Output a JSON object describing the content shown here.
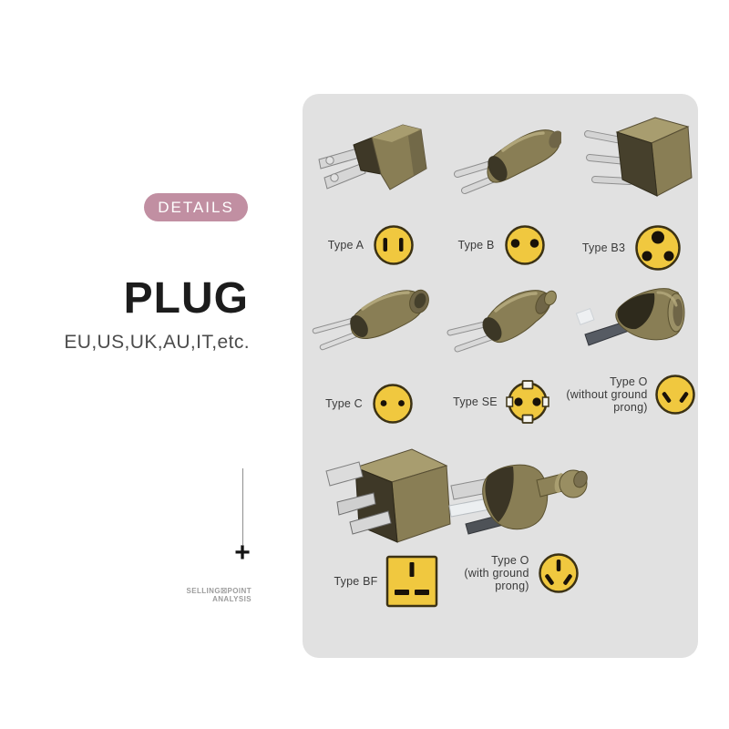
{
  "left_panel": {
    "badge_label": "DETAILS",
    "title": "PLUG",
    "subtitle": "EU,US,UK,AU,IT,etc.",
    "plus_sign": "+",
    "watermark_line1": "SELLING☒POINT",
    "watermark_line2": "ANALYSIS"
  },
  "plug_panel": {
    "items": [
      {
        "label": "Type A",
        "socket_style": "round-two-vertical-slots"
      },
      {
        "label": "Type B",
        "socket_style": "round-two-round-holes"
      },
      {
        "label": "Type B3",
        "socket_style": "round-three-round-holes"
      },
      {
        "label": "Type C",
        "socket_style": "round-two-small-round-holes"
      },
      {
        "label": "Type SE",
        "socket_style": "schuko-round-two-holes-with-notches"
      },
      {
        "label_lines": [
          "Type O",
          "(without ground",
          "prong)"
        ],
        "socket_style": "round-two-slanted-slots"
      },
      {
        "label": "Type BF",
        "socket_style": "square-one-vertical-two-horizontal-slots"
      },
      {
        "label_lines": [
          "Type O",
          "(with ground",
          "prong)"
        ],
        "socket_style": "round-one-vertical-two-slanted-slots"
      }
    ]
  },
  "colors": {
    "badge_bg": "#c18fa2",
    "panel_bg": "#e1e1e1",
    "socket_yellow": "#f0c83f",
    "socket_outline": "#3c3214",
    "slot_black": "#191209",
    "plug_body": "#897e55",
    "plug_body_dark": "#3e3827",
    "plug_body_light": "#a89d6f",
    "pin_silver": "#d4d4d4",
    "title_color": "#1c1c1c",
    "subtitle_color": "#4c4c4c",
    "label_color": "#3a3a3a",
    "watermark_color": "#9c9c9c"
  }
}
